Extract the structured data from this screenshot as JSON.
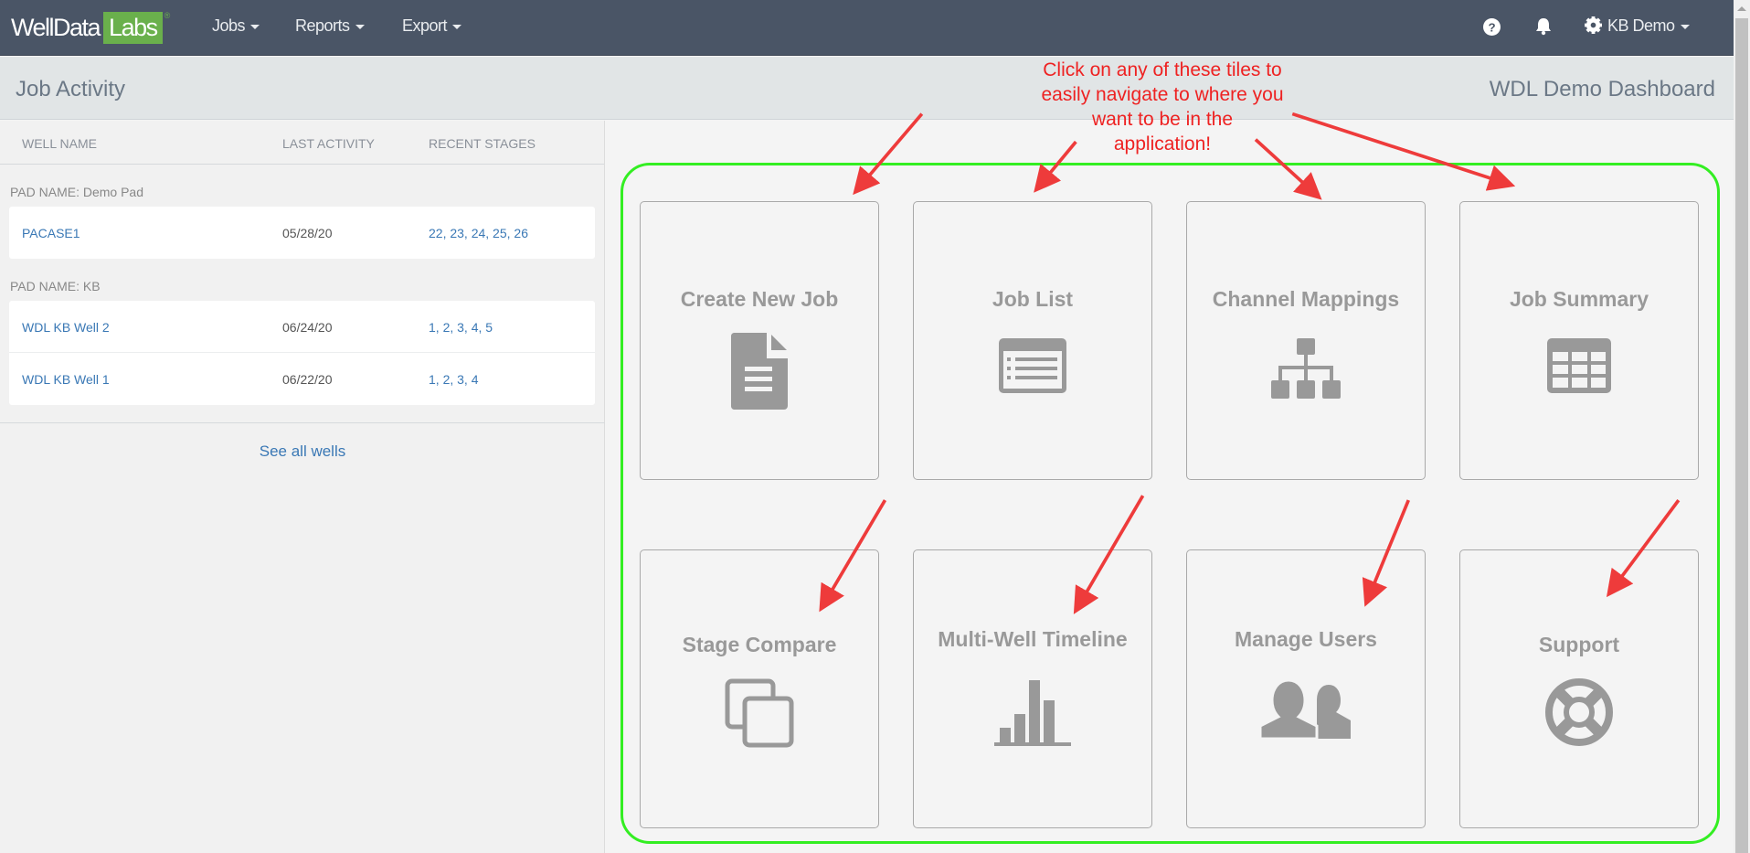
{
  "nav": {
    "logo": "WellDataLabs",
    "logo_part1": "WellData",
    "logo_part2": "Labs",
    "menus": [
      "Jobs",
      "Reports",
      "Export"
    ],
    "user": "KB Demo"
  },
  "subheader": {
    "title": "Job Activity",
    "dashboard": "WDL Demo Dashboard"
  },
  "job_activity": {
    "columns": [
      "WELL NAME",
      "LAST ACTIVITY",
      "RECENT STAGES"
    ],
    "pads": [
      {
        "label": "PAD NAME: Demo Pad",
        "wells": [
          {
            "name": "PACASE1",
            "last": "05/28/20",
            "stages": "22, 23, 24, 25, 26"
          }
        ]
      },
      {
        "label": "PAD NAME: KB",
        "wells": [
          {
            "name": "WDL KB Well 2",
            "last": "06/24/20",
            "stages": "1, 2, 3, 4, 5"
          },
          {
            "name": "WDL KB Well 1",
            "last": "06/22/20",
            "stages": "1, 2, 3, 4"
          }
        ]
      }
    ],
    "see_all": "See all wells"
  },
  "annotation": [
    "Click on any of these tiles to",
    "easily navigate to where you",
    "want to be in the",
    "application!"
  ],
  "tiles": [
    {
      "label": "Create New Job",
      "icon": "file-icon"
    },
    {
      "label": "Job List",
      "icon": "list-icon"
    },
    {
      "label": "Channel Mappings",
      "icon": "sitemap-icon"
    },
    {
      "label": "Job Summary",
      "icon": "table-icon"
    },
    {
      "label": "Stage Compare",
      "icon": "copy-icon"
    },
    {
      "label": "Multi-Well Timeline",
      "icon": "bar-chart-icon"
    },
    {
      "label": "Manage Users",
      "icon": "users-icon"
    },
    {
      "label": "Support",
      "icon": "life-ring-icon"
    }
  ],
  "colors": {
    "nav": "#4a5566",
    "brand_green": "#6ab04c",
    "highlight": "#33ee22",
    "annotation": "#ee2222",
    "link": "#3a78b5"
  }
}
